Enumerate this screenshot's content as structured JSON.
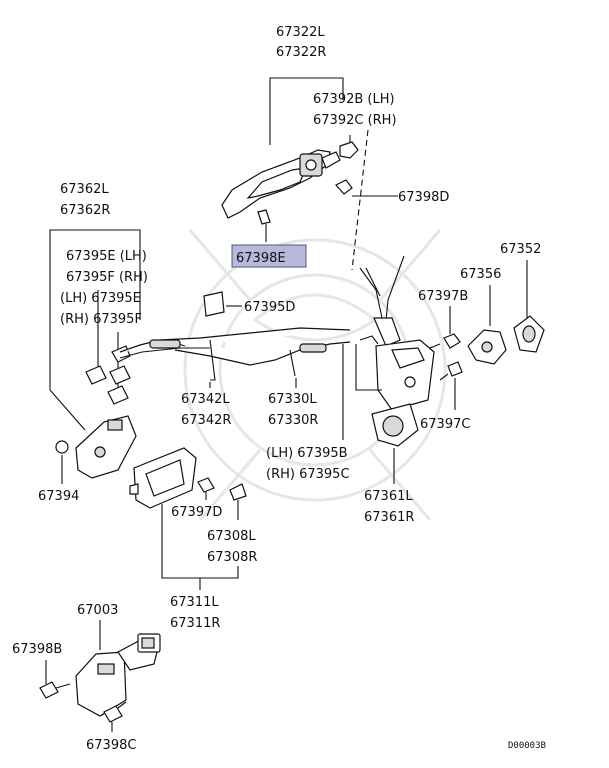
{
  "labels": {
    "handle_outer_l": "67322L",
    "handle_outer_r": "67322R",
    "bushing_lh": "67392B (LH)",
    "bushing_rh": "67392C (RH)",
    "screw_d": "67398D",
    "rod_l": "67362L",
    "rod_r": "67362R",
    "clip_e_lh": "67395E (LH)",
    "clip_f_rh": "67395F (RH)",
    "clip_e_lh2": "(LH) 67395E",
    "clip_f_rh2": "(RH) 67395F",
    "screw_e": "67398E",
    "clip_d": "67395D",
    "pad": "67352",
    "retainer": "67356",
    "bolt_b": "67397B",
    "bolt_c": "67397C",
    "cable_342l": "67342L",
    "cable_342r": "67342R",
    "cable_330l": "67330L",
    "cable_330r": "67330R",
    "clip_b_lh": "(LH) 67395B",
    "clip_c_rh": "(RH) 67395C",
    "latch_l": "67361L",
    "latch_r": "67361R",
    "bracket": "67394",
    "screw_397d": "67397D",
    "cap_l": "67308L",
    "cap_r": "67308R",
    "handle_inner_l": "67311L",
    "handle_inner_r": "67311R",
    "check": "67003",
    "screw_b": "67398B",
    "screw_c": "67398C",
    "code": "D00003B"
  },
  "highlight_color": "#b7b9dc"
}
